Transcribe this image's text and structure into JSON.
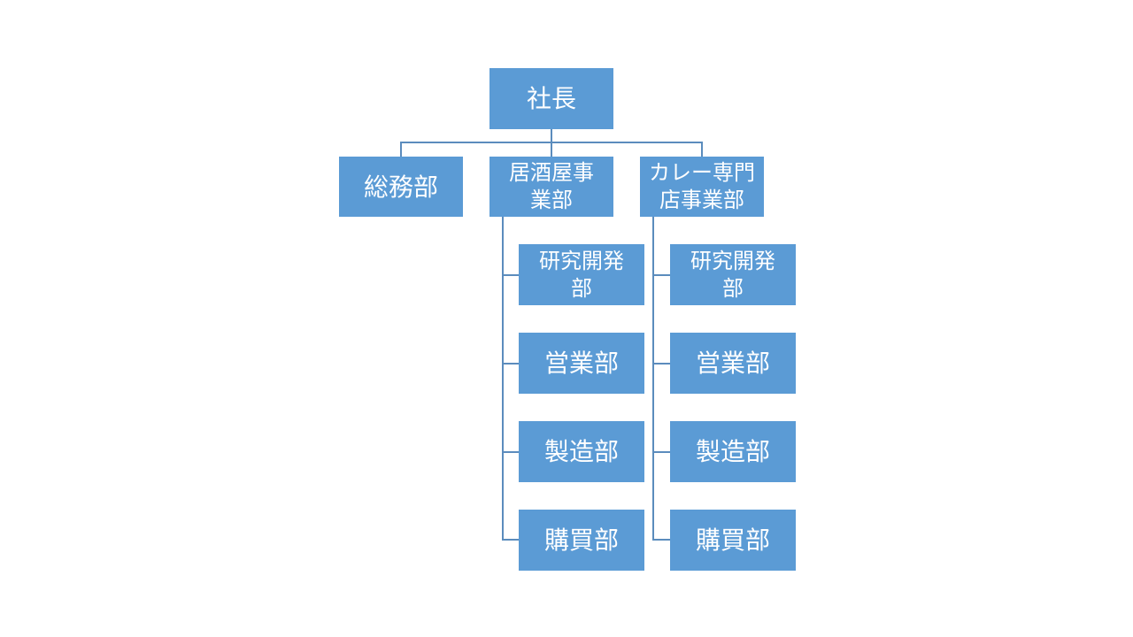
{
  "org": {
    "president": {
      "label": "社長",
      "lines": [
        "社長"
      ]
    },
    "general_affairs": {
      "label": "総務部",
      "lines": [
        "総務部"
      ]
    },
    "izakaya_division": {
      "label": "居酒屋事業部",
      "lines": [
        "居酒屋事",
        "業部"
      ]
    },
    "curry_division": {
      "label": "カレー専門店事業部",
      "lines": [
        "カレー専門",
        "店事業部"
      ]
    },
    "izakaya_children": [
      {
        "label": "研究開発部",
        "lines": [
          "研究開発",
          "部"
        ]
      },
      {
        "label": "営業部",
        "lines": [
          "営業部"
        ]
      },
      {
        "label": "製造部",
        "lines": [
          "製造部"
        ]
      },
      {
        "label": "購買部",
        "lines": [
          "購買部"
        ]
      }
    ],
    "curry_children": [
      {
        "label": "研究開発部",
        "lines": [
          "研究開発",
          "部"
        ]
      },
      {
        "label": "営業部",
        "lines": [
          "営業部"
        ]
      },
      {
        "label": "製造部",
        "lines": [
          "製造部"
        ]
      },
      {
        "label": "購買部",
        "lines": [
          "購買部"
        ]
      }
    ]
  },
  "colors": {
    "node_fill": "#5B9BD5",
    "node_text": "#FFFFFF",
    "connector": "#5B8CBD",
    "background": "#FFFFFF"
  }
}
